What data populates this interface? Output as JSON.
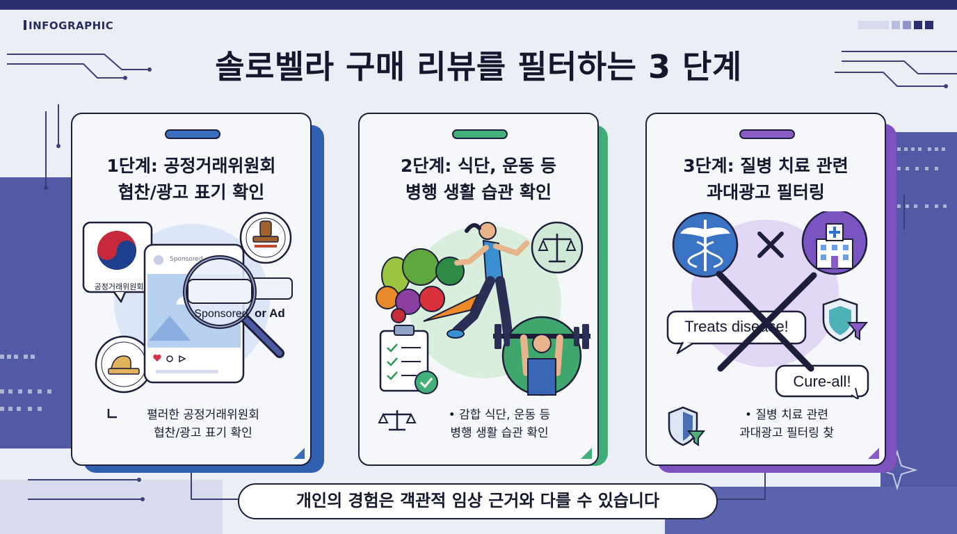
{
  "header": {
    "tag": "INFOGRAPHIC",
    "title": "솔로벨라 구매 리뷰를 필터하는 3 단계"
  },
  "colors": {
    "navy": "#2b2d6e",
    "band": "#525aa5",
    "card1_accent": "#3a6fc0",
    "card2_accent": "#43b07a",
    "card3_accent": "#8a5cc8"
  },
  "cards": [
    {
      "title_line1": "1단계: 공정거래위원회",
      "title_line2": "협찬/광고 표기 확인",
      "badge_text": "공정거래위원회",
      "post_label": "Sponsored",
      "magnifier_label": "Sponsored",
      "ad_label": "or Ad",
      "note_line1": "펼러한 공정거래위원회",
      "note_line2": "협찬/광고 표기 확인",
      "icons": [
        "ftc-logo-icon",
        "stamp-seal-icon",
        "magnifier-icon",
        "social-post-icon"
      ]
    },
    {
      "title_line1": "2단계: 식단, 운동 등",
      "title_line2": "병행 생활 습관 확인",
      "note_line1": "• 감합 식단, 운동 등",
      "note_line2": "병행 생활 습관 확인",
      "icons": [
        "vegetables-icon",
        "runner-icon",
        "scale-icon",
        "checklist-icon",
        "weightlifter-icon"
      ]
    },
    {
      "title_line1": "3단계: 질병 치료 관련",
      "title_line2": "과대광고 필터링",
      "bubble1": "Treats disease!",
      "bubble2": "Cure-all!",
      "note_line1": "• 질병 치료 관련",
      "note_line2": "과대광고 필터링 찾",
      "icons": [
        "caduceus-icon",
        "hospital-icon",
        "cross-out-icon",
        "filter-shield-icon"
      ]
    }
  ],
  "footer": {
    "message": "개인의 경험은 객관적 임상 근거와 다를 수 있습니다"
  }
}
